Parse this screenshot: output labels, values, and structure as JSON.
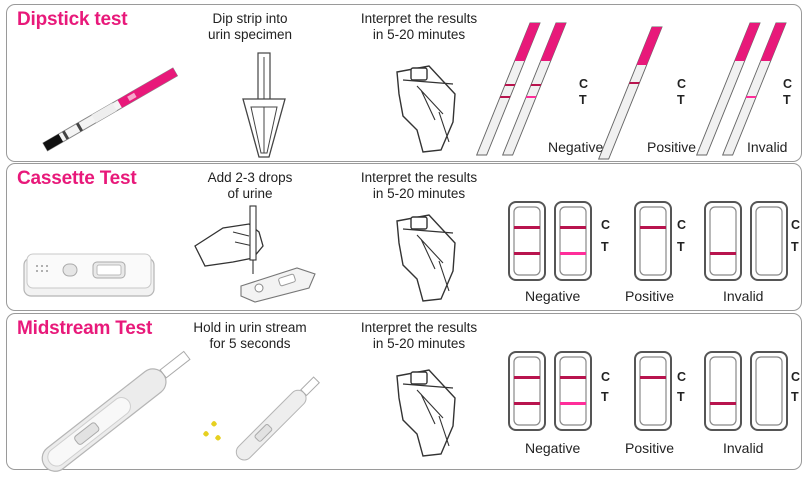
{
  "colors": {
    "brand": "#e8197a",
    "line_dark": "#b8144e",
    "line_bright": "#ff2e9a",
    "outline": "#555555"
  },
  "icons": {
    "hand_icon": "hand-holding-dip-strip",
    "watch_icon": "wristwatch",
    "dropper_icon": "dropper-hand",
    "drops_icon": "urine-drops"
  },
  "labels": {
    "c": "C",
    "t": "T"
  },
  "rows": [
    {
      "title": "Dipstick test",
      "step1": [
        "Dip strip into",
        "urin specimen"
      ],
      "step2": [
        "Interpret the results",
        "in 5-20 minutes"
      ],
      "results": {
        "negative": "Negative",
        "positive": "Positive",
        "invalid": "Invalid"
      }
    },
    {
      "title": "Cassette Test",
      "step1": [
        "Add 2-3 drops",
        "of urine"
      ],
      "step2": [
        "Interpret the results",
        "in 5-20 minutes"
      ],
      "results": {
        "negative": "Negative",
        "positive": "Positive",
        "invalid": "Invalid"
      }
    },
    {
      "title": "Midstream Test",
      "step1": [
        "Hold in urin stream",
        "for 5 seconds"
      ],
      "step2": [
        "Interpret the results",
        "in 5-20 minutes"
      ],
      "results": {
        "negative": "Negative",
        "positive": "Positive",
        "invalid": "Invalid"
      }
    }
  ]
}
